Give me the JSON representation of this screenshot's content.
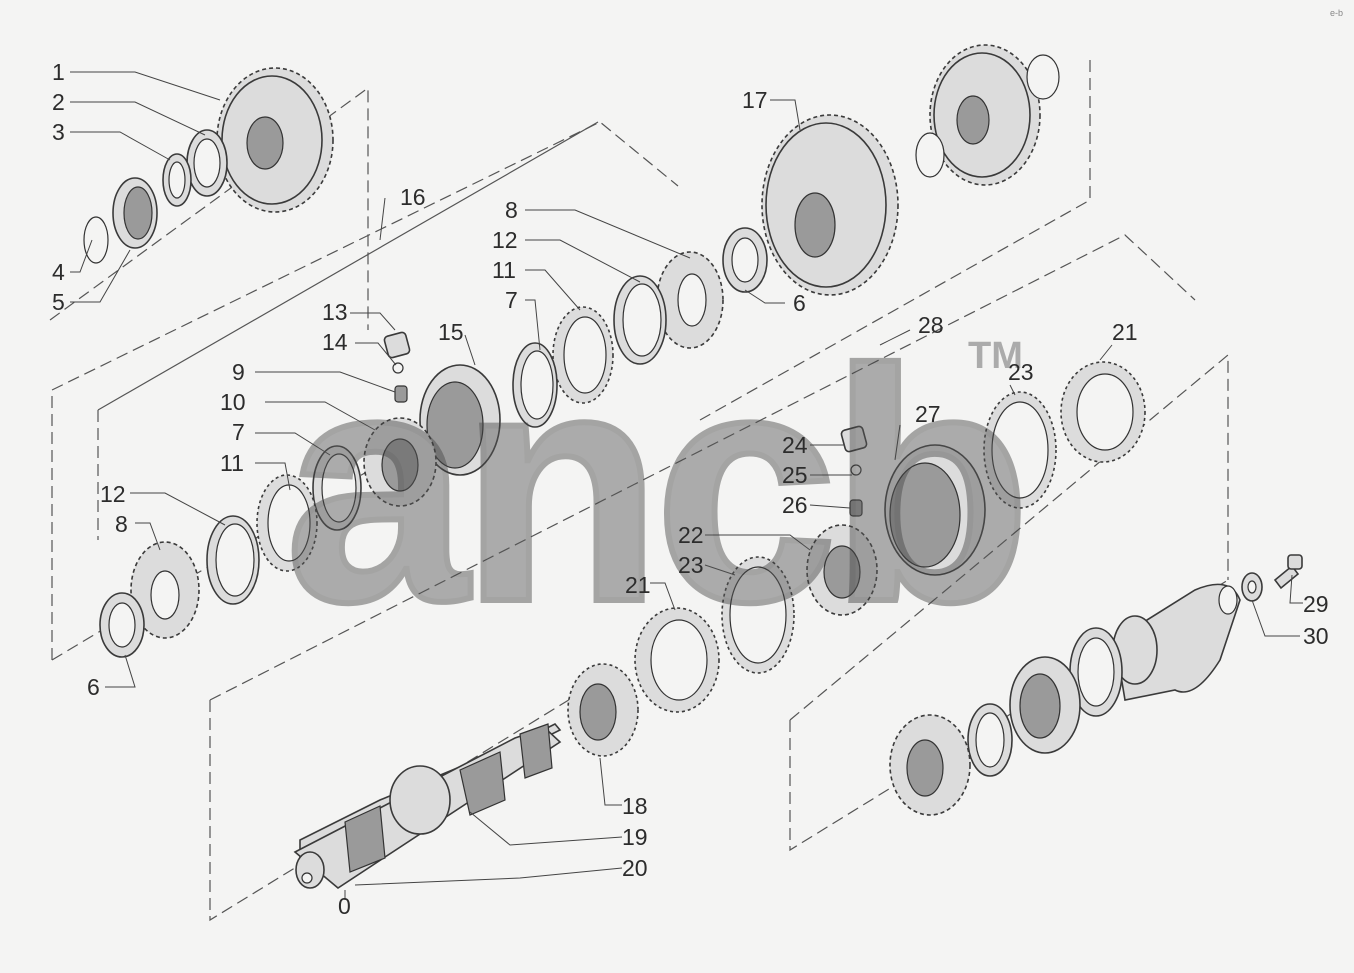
{
  "watermark": {
    "text": "ancb",
    "trademark": "TM"
  },
  "corner_mark": "e-b",
  "callouts": [
    {
      "id": "c1",
      "text": "1"
    },
    {
      "id": "c2",
      "text": "2"
    },
    {
      "id": "c3",
      "text": "3"
    },
    {
      "id": "c4",
      "text": "4"
    },
    {
      "id": "c5",
      "text": "5"
    },
    {
      "id": "c16",
      "text": "16"
    },
    {
      "id": "c13",
      "text": "13"
    },
    {
      "id": "c14",
      "text": "14"
    },
    {
      "id": "c15",
      "text": "15"
    },
    {
      "id": "c9",
      "text": "9"
    },
    {
      "id": "c10",
      "text": "10"
    },
    {
      "id": "c7a",
      "text": "7"
    },
    {
      "id": "c11a",
      "text": "11"
    },
    {
      "id": "c12a",
      "text": "12"
    },
    {
      "id": "c8a",
      "text": "8"
    },
    {
      "id": "c6a",
      "text": "6"
    },
    {
      "id": "c8b",
      "text": "8"
    },
    {
      "id": "c12b",
      "text": "12"
    },
    {
      "id": "c11b",
      "text": "11"
    },
    {
      "id": "c7b",
      "text": "7"
    },
    {
      "id": "c17",
      "text": "17"
    },
    {
      "id": "c6b",
      "text": "6"
    },
    {
      "id": "c28",
      "text": "28"
    },
    {
      "id": "c21a",
      "text": "21"
    },
    {
      "id": "c23a",
      "text": "23"
    },
    {
      "id": "c27",
      "text": "27"
    },
    {
      "id": "c24",
      "text": "24"
    },
    {
      "id": "c25",
      "text": "25"
    },
    {
      "id": "c26",
      "text": "26"
    },
    {
      "id": "c22",
      "text": "22"
    },
    {
      "id": "c23b",
      "text": "23"
    },
    {
      "id": "c21b",
      "text": "21"
    },
    {
      "id": "c29",
      "text": "29"
    },
    {
      "id": "c30",
      "text": "30"
    },
    {
      "id": "c18",
      "text": "18"
    },
    {
      "id": "c19",
      "text": "19"
    },
    {
      "id": "c20",
      "text": "20"
    },
    {
      "id": "c0",
      "text": "0"
    }
  ]
}
